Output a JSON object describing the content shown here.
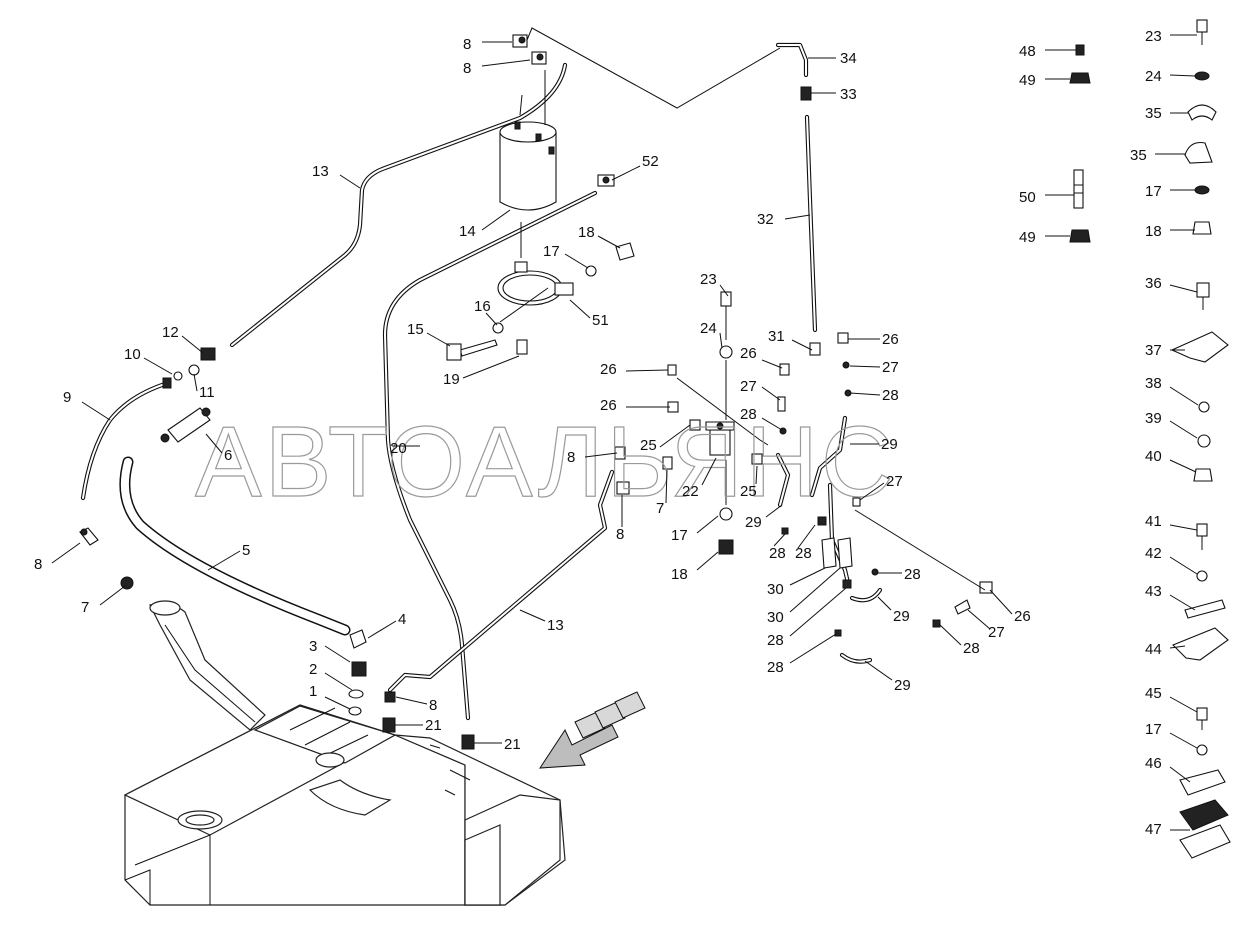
{
  "watermark": "АВТОАЛЬЯНС",
  "callouts": [
    {
      "id": "c-8a",
      "text": "8"
    },
    {
      "id": "c-8b",
      "text": "8"
    },
    {
      "id": "c-34",
      "text": "34"
    },
    {
      "id": "c-33",
      "text": "33"
    },
    {
      "id": "c-13a",
      "text": "13"
    },
    {
      "id": "c-52",
      "text": "52"
    },
    {
      "id": "c-14",
      "text": "14"
    },
    {
      "id": "c-32",
      "text": "32"
    },
    {
      "id": "c-18a",
      "text": "18"
    },
    {
      "id": "c-17a",
      "text": "17"
    },
    {
      "id": "c-51",
      "text": "51"
    },
    {
      "id": "c-16",
      "text": "16"
    },
    {
      "id": "c-15",
      "text": "15"
    },
    {
      "id": "c-19",
      "text": "19"
    },
    {
      "id": "c-12",
      "text": "12"
    },
    {
      "id": "c-10",
      "text": "10"
    },
    {
      "id": "c-11",
      "text": "11"
    },
    {
      "id": "c-9",
      "text": "9"
    },
    {
      "id": "c-6",
      "text": "6"
    },
    {
      "id": "c-20",
      "text": "20"
    },
    {
      "id": "c-23a",
      "text": "23"
    },
    {
      "id": "c-24a",
      "text": "24"
    },
    {
      "id": "c-31",
      "text": "31"
    },
    {
      "id": "c-26a",
      "text": "26"
    },
    {
      "id": "c-26b",
      "text": "26"
    },
    {
      "id": "c-27a",
      "text": "27"
    },
    {
      "id": "c-27b",
      "text": "27"
    },
    {
      "id": "c-28a",
      "text": "28"
    },
    {
      "id": "c-26c",
      "text": "26"
    },
    {
      "id": "c-28b",
      "text": "28"
    },
    {
      "id": "c-26d",
      "text": "26"
    },
    {
      "id": "c-25a",
      "text": "25"
    },
    {
      "id": "c-29a",
      "text": "29"
    },
    {
      "id": "c-8c",
      "text": "8"
    },
    {
      "id": "c-22",
      "text": "22"
    },
    {
      "id": "c-25b",
      "text": "25"
    },
    {
      "id": "c-7a",
      "text": "7"
    },
    {
      "id": "c-27c",
      "text": "27"
    },
    {
      "id": "c-29b",
      "text": "29"
    },
    {
      "id": "c-8d",
      "text": "8"
    },
    {
      "id": "c-17b",
      "text": "17"
    },
    {
      "id": "c-28c",
      "text": "28"
    },
    {
      "id": "c-28d",
      "text": "28"
    },
    {
      "id": "c-18b",
      "text": "18"
    },
    {
      "id": "c-30a",
      "text": "30"
    },
    {
      "id": "c-28e",
      "text": "28"
    },
    {
      "id": "c-30b",
      "text": "30"
    },
    {
      "id": "c-26e",
      "text": "26"
    },
    {
      "id": "c-28f",
      "text": "28"
    },
    {
      "id": "c-27d",
      "text": "27"
    },
    {
      "id": "c-29c",
      "text": "29"
    },
    {
      "id": "c-28g",
      "text": "28"
    },
    {
      "id": "c-28h",
      "text": "28"
    },
    {
      "id": "c-29d",
      "text": "29"
    },
    {
      "id": "c-5",
      "text": "5"
    },
    {
      "id": "c-8e",
      "text": "8"
    },
    {
      "id": "c-7b",
      "text": "7"
    },
    {
      "id": "c-13b",
      "text": "13"
    },
    {
      "id": "c-4",
      "text": "4"
    },
    {
      "id": "c-3",
      "text": "3"
    },
    {
      "id": "c-2",
      "text": "2"
    },
    {
      "id": "c-1",
      "text": "1"
    },
    {
      "id": "c-8f",
      "text": "8"
    },
    {
      "id": "c-21a",
      "text": "21"
    },
    {
      "id": "c-21b",
      "text": "21"
    },
    {
      "id": "c-48",
      "text": "48"
    },
    {
      "id": "c-49a",
      "text": "49"
    },
    {
      "id": "c-50",
      "text": "50"
    },
    {
      "id": "c-49b",
      "text": "49"
    },
    {
      "id": "c-23b",
      "text": "23"
    },
    {
      "id": "c-24b",
      "text": "24"
    },
    {
      "id": "c-35a",
      "text": "35"
    },
    {
      "id": "c-35b",
      "text": "35"
    },
    {
      "id": "c-17c",
      "text": "17"
    },
    {
      "id": "c-18c",
      "text": "18"
    },
    {
      "id": "c-36",
      "text": "36"
    },
    {
      "id": "c-37",
      "text": "37"
    },
    {
      "id": "c-38",
      "text": "38"
    },
    {
      "id": "c-39",
      "text": "39"
    },
    {
      "id": "c-40",
      "text": "40"
    },
    {
      "id": "c-41",
      "text": "41"
    },
    {
      "id": "c-42",
      "text": "42"
    },
    {
      "id": "c-43",
      "text": "43"
    },
    {
      "id": "c-44",
      "text": "44"
    },
    {
      "id": "c-45",
      "text": "45"
    },
    {
      "id": "c-17d",
      "text": "17"
    },
    {
      "id": "c-46",
      "text": "46"
    },
    {
      "id": "c-47",
      "text": "47"
    }
  ]
}
